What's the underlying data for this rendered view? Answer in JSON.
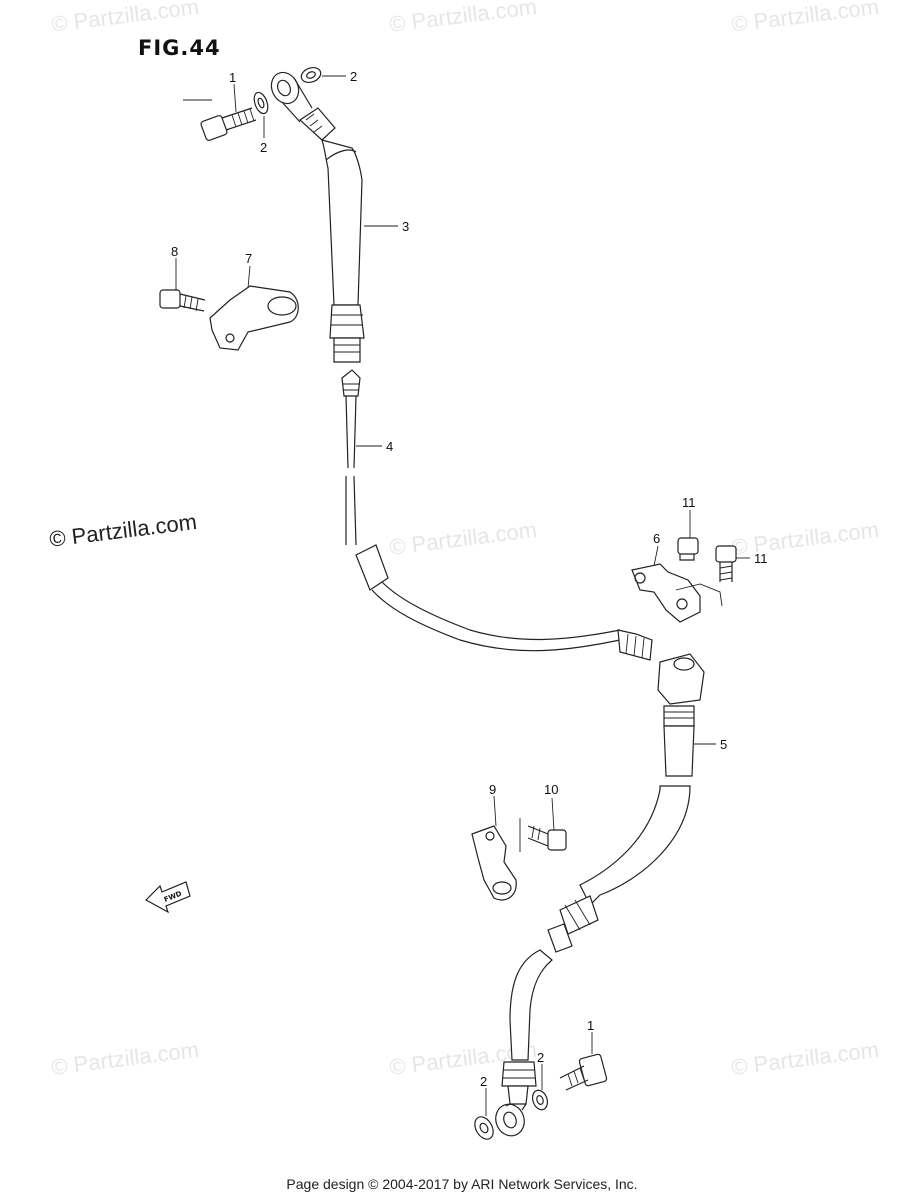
{
  "figure_label": "FIG.44",
  "watermarks": [
    "© Partzilla.com",
    "© Partzilla.com",
    "© Partzilla.com",
    "© Partzilla.com",
    "© Partzilla.com",
    "© Partzilla.com",
    "© Partzilla.com",
    "© Partzilla.com"
  ],
  "watermark_dark": "© Partzilla.com",
  "callouts": [
    {
      "id": "c1a",
      "text": "1"
    },
    {
      "id": "c2a",
      "text": "2"
    },
    {
      "id": "c2b",
      "text": "2"
    },
    {
      "id": "c3",
      "text": "3"
    },
    {
      "id": "c8",
      "text": "8"
    },
    {
      "id": "c7",
      "text": "7"
    },
    {
      "id": "c4",
      "text": "4"
    },
    {
      "id": "c11a",
      "text": "11"
    },
    {
      "id": "c6",
      "text": "6"
    },
    {
      "id": "c11b",
      "text": "11"
    },
    {
      "id": "c5",
      "text": "5"
    },
    {
      "id": "c9",
      "text": "9"
    },
    {
      "id": "c10",
      "text": "10"
    },
    {
      "id": "c1b",
      "text": "1"
    },
    {
      "id": "c2c",
      "text": "2"
    },
    {
      "id": "c2d",
      "text": "2"
    }
  ],
  "fwd_label": "FWD",
  "footer": "Page design © 2004-2017 by ARI Network Services, Inc."
}
